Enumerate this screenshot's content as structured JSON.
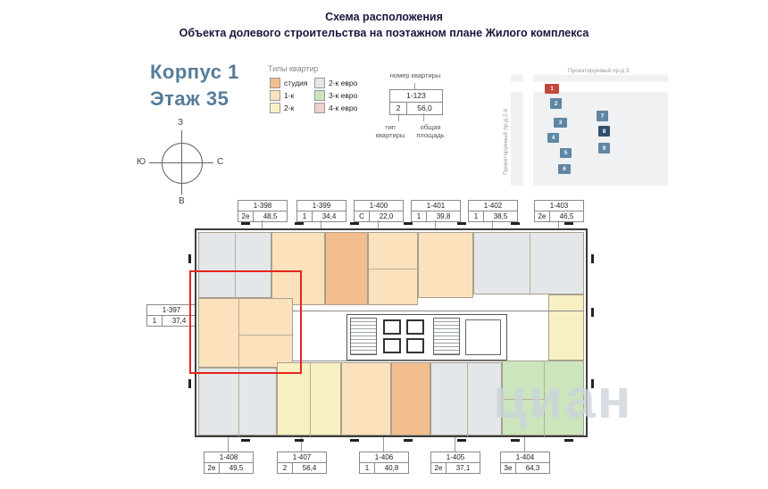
{
  "title": {
    "line1": "Схема расположения",
    "line2": "Объекта долевого строительства на поэтажном плане Жилого комплекса"
  },
  "building": {
    "korpus": "Корпус 1",
    "floor": "Этаж 35"
  },
  "compass": {
    "top": "З",
    "left": "Ю",
    "right": "С",
    "bottom": "В"
  },
  "legend": {
    "title": "Типы квартир",
    "items": [
      {
        "label": "студия",
        "color": "#f2bd8d"
      },
      {
        "label": "1-к",
        "color": "#fbe2bd"
      },
      {
        "label": "2-к",
        "color": "#f8f0c2"
      },
      {
        "label": "2-к евро",
        "color": "#e3e7e9"
      },
      {
        "label": "3-к евро",
        "color": "#cbe5bd"
      },
      {
        "label": "4-к евро",
        "color": "#f1d0ce"
      }
    ]
  },
  "example": {
    "caption": "номер квартиры",
    "number": "1-123",
    "type": "2",
    "area": "56,0",
    "type_caption": "тип квартиры",
    "area_caption": "общая площадь"
  },
  "site_map": {
    "street_top": "Проектируемый пр-д 3",
    "street_left": "Проектируемый пр-д 2-й",
    "buildings": [
      "1",
      "2",
      "3",
      "4",
      "5",
      "6",
      "7",
      "8",
      "9"
    ]
  },
  "apartments": {
    "top": [
      {
        "number": "1-398",
        "type": "2е",
        "area": "48,5"
      },
      {
        "number": "1-399",
        "type": "1",
        "area": "34,4"
      },
      {
        "number": "1-400",
        "type": "С",
        "area": "22,0"
      },
      {
        "number": "1-401",
        "type": "1",
        "area": "39,8"
      },
      {
        "number": "1-402",
        "type": "1",
        "area": "38,5"
      },
      {
        "number": "1-403",
        "type": "2е",
        "area": "46,5"
      }
    ],
    "left": {
      "number": "1-397",
      "type": "1",
      "area": "37,4"
    },
    "bottom": [
      {
        "number": "1-408",
        "type": "2е",
        "area": "49,5"
      },
      {
        "number": "1-407",
        "type": "2",
        "area": "56,4"
      },
      {
        "number": "1-406",
        "type": "1",
        "area": "40,8"
      },
      {
        "number": "1-405",
        "type": "2е",
        "area": "37,1"
      },
      {
        "number": "1-404",
        "type": "3е",
        "area": "64,3"
      }
    ]
  },
  "watermark": "циан"
}
